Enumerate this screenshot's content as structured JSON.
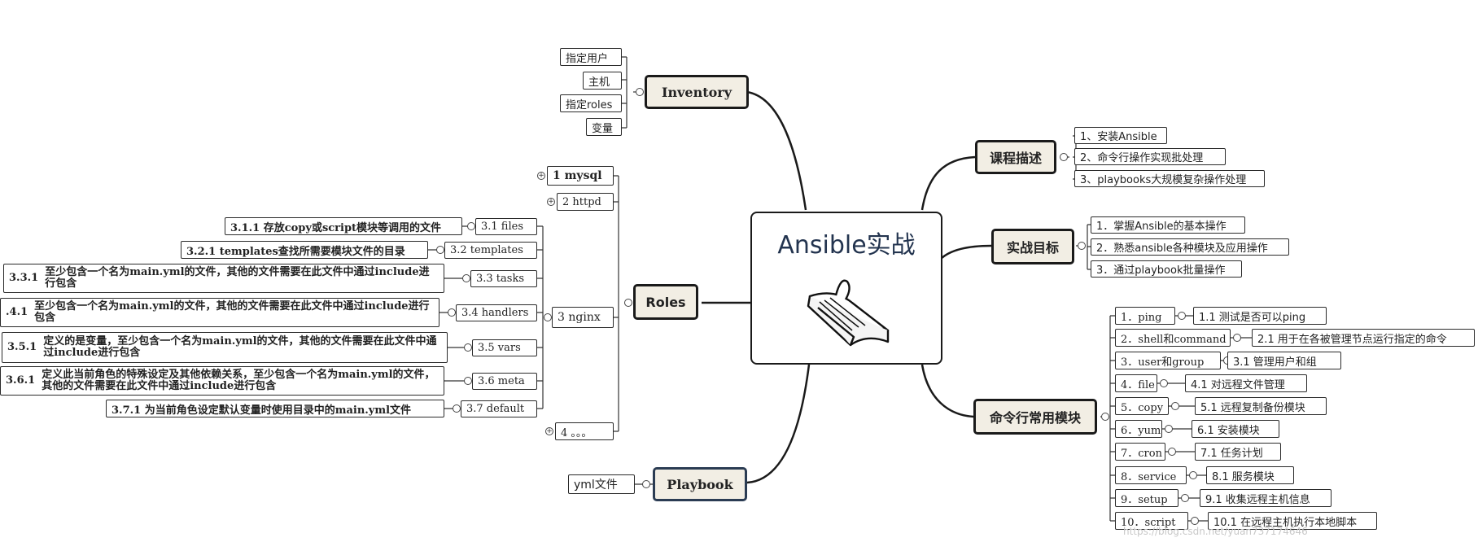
{
  "center": {
    "title": "Ansible实战",
    "icon": "book-icon"
  },
  "inventory": {
    "label": "Inventory",
    "items": [
      "指定用户",
      "主机",
      "指定roles",
      "变量"
    ]
  },
  "roles": {
    "label": "Roles",
    "mysql": "1 mysql",
    "httpd": "2 httpd",
    "nginx": "3 nginx",
    "more": "4 。。。",
    "subs": [
      {
        "label": "3.1 files",
        "detail": "3.1.1 存放copy或script模块等调用的文件"
      },
      {
        "label": "3.2 templates",
        "detail": "3.2.1 templates查找所需要模块文件的目录"
      },
      {
        "label": "3.3 tasks",
        "num": "3.3.1",
        "detail": "至少包含一个名为main.yml的文件，其他的文件需要在此文件中通过include进行包含"
      },
      {
        "label": "3.4 handlers",
        "num": ".4.1",
        "detail": "至少包含一个名为main.yml的文件，其他的文件需要在此文件中通过include进行包含"
      },
      {
        "label": "3.5 vars",
        "num": "3.5.1",
        "detail": "定义的是变量，至少包含一个名为main.yml的文件，其他的文件需要在此文件中通过include进行包含"
      },
      {
        "label": "3.6 meta",
        "num": "3.6.1",
        "detail": "定义此当前角色的特殊设定及其他依赖关系，至少包含一个名为main.yml的文件，其他的文件需要在此文件中通过include进行包含"
      },
      {
        "label": "3.7 default",
        "detail": "3.7.1 为当前角色设定默认变量时使用目录中的main.yml文件"
      }
    ]
  },
  "playbook": {
    "label": "Playbook",
    "items": [
      "yml文件"
    ]
  },
  "course": {
    "label": "课程描述",
    "items": [
      "1、安装Ansible",
      "2、命令行操作实现批处理",
      "3、playbooks大规模复杂操作处理"
    ]
  },
  "goals": {
    "label": "实战目标",
    "items": [
      "1．掌握Ansible的基本操作",
      "2．熟悉ansible各种模块及应用操作",
      "3．通过playbook批量操作"
    ]
  },
  "modules": {
    "label": "命令行常用模块",
    "items": [
      {
        "label": "1．ping",
        "detail": "1.1 测试是否可以ping"
      },
      {
        "label": "2．shell和command",
        "detail": "2.1 用于在各被管理节点运行指定的命令"
      },
      {
        "label": "3．user和group",
        "detail": "3.1 管理用户和组"
      },
      {
        "label": "4．file",
        "detail": "4.1 对远程文件管理"
      },
      {
        "label": "5．copy",
        "detail": "5.1 远程复制备份模块"
      },
      {
        "label": "6．yum",
        "detail": "6.1 安装模块"
      },
      {
        "label": "7．cron",
        "detail": "7.1 任务计划"
      },
      {
        "label": "8．service",
        "detail": "8.1 服务模块"
      },
      {
        "label": "9．setup",
        "detail": "9.1 收集远程主机信息"
      },
      {
        "label": "10．script",
        "detail": "10.1 在远程主机执行本地脚本"
      }
    ]
  },
  "watermark": "https://blog.csdn.net/yuan737174646"
}
